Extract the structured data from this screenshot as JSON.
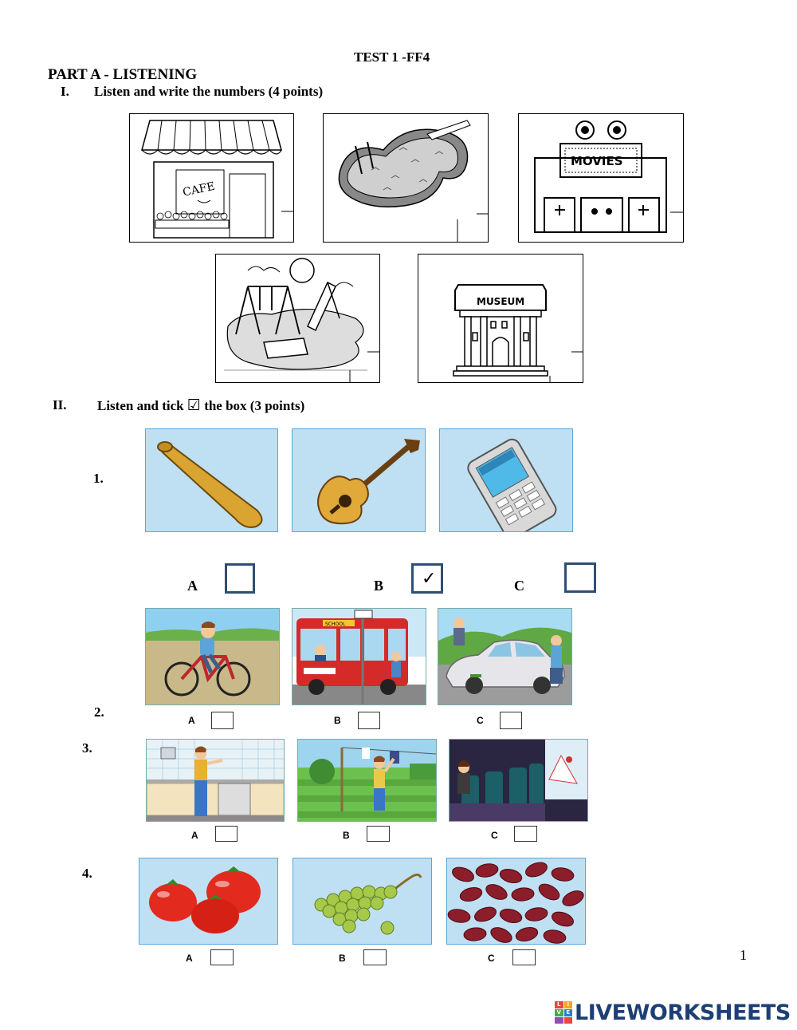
{
  "header": {
    "title": "TEST 1 -FF4",
    "part": "PART A - LISTENING"
  },
  "section1": {
    "numeral": "I.",
    "instruction": "Listen and write the numbers (4 points)",
    "pictures": [
      {
        "name": "cafe",
        "sign": "CAFE"
      },
      {
        "name": "swimming-pool"
      },
      {
        "name": "movie-theater",
        "sign": "MOVIES"
      },
      {
        "name": "playground"
      },
      {
        "name": "museum",
        "sign": "MUSEUM"
      }
    ]
  },
  "section2": {
    "numeral": "II.",
    "instruction_pre": "Listen and tick",
    "tick_symbol": "☑",
    "instruction_post": "the box (3 points)",
    "questions": [
      {
        "number": "1.",
        "options": [
          {
            "label": "A",
            "item": "baseball-bat",
            "checked": false
          },
          {
            "label": "B",
            "item": "guitar",
            "checked": true
          },
          {
            "label": "C",
            "item": "cell-phone",
            "checked": false
          }
        ]
      },
      {
        "number": "2.",
        "options": [
          {
            "label": "A",
            "item": "bicycle",
            "checked": false
          },
          {
            "label": "B",
            "item": "school-bus",
            "bus_sign": "SCHOOL",
            "checked": false
          },
          {
            "label": "C",
            "item": "car",
            "checked": false
          }
        ]
      },
      {
        "number": "3.",
        "options": [
          {
            "label": "A",
            "item": "kitchen",
            "checked": false
          },
          {
            "label": "B",
            "item": "garden",
            "checked": false
          },
          {
            "label": "C",
            "item": "cinema",
            "checked": false
          }
        ]
      },
      {
        "number": "4.",
        "options": [
          {
            "label": "A",
            "item": "tomatoes",
            "checked": false
          },
          {
            "label": "B",
            "item": "grapes",
            "checked": false
          },
          {
            "label": "C",
            "item": "beans",
            "checked": false
          }
        ]
      }
    ],
    "check_mark": "✓"
  },
  "footer": {
    "page_number": "1",
    "brand": "LIVEWORKSHEETS",
    "brand_grid": [
      "L",
      "I",
      "V",
      "E",
      "",
      ""
    ]
  },
  "colors": {
    "checkbox_border": "#2e4f73",
    "brand": "#1d3f73",
    "picture_bg": "#bfe0f3"
  }
}
